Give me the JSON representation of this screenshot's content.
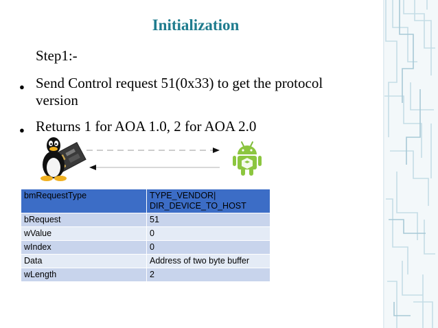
{
  "slide": {
    "title": "Initialization",
    "step": "Step1:-",
    "bullets": [
      "Send Control request 51(0x33) to get the protocol version",
      "Returns 1 for AOA 1.0, 2 for AOA 2.0"
    ],
    "bullet_glyph": "●",
    "accent_color": "#1f7c8e"
  },
  "table": {
    "rows": [
      {
        "field": "bmRequestType",
        "value": "TYPE_VENDOR| DIR_DEVICE_TO_HOST"
      },
      {
        "field": "bRequest",
        "value": "51"
      },
      {
        "field": "wValue",
        "value": "0"
      },
      {
        "field": "wIndex",
        "value": "0"
      },
      {
        "field": "Data",
        "value": "Address of two byte buffer"
      },
      {
        "field": "wLength",
        "value": "2"
      }
    ],
    "colors": {
      "header": "#3c6dc6",
      "odd": "#c8d4ec",
      "even": "#e4ebf6"
    }
  },
  "icons": [
    "linux-tux-icon",
    "android-robot-icon",
    "arrow-right-icon",
    "arrow-left-icon"
  ]
}
